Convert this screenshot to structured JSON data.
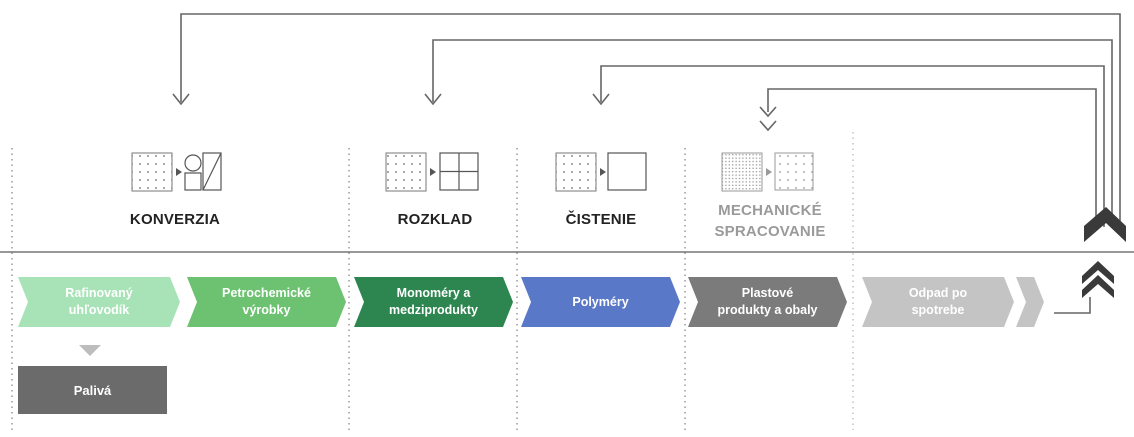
{
  "colors": {
    "line_dark": "#666666",
    "divider": "#9a9a9a",
    "stage_rafinovany": "#a8e3b8",
    "stage_petrochemicke": "#6cc270",
    "stage_monomery": "#2d8650",
    "stage_polymery": "#5a78c8",
    "stage_plastove": "#7b7b7b",
    "stage_odpad": "#c4c4c4",
    "paliva_box": "#6b6b6b"
  },
  "stages": {
    "konverzia": "KONVERZIA",
    "rozklad": "ROZKLAD",
    "cistenie": "ČISTENIE",
    "mechanicke": "MECHANICKÉ\nSPRACOVANIE"
  },
  "chevrons": {
    "rafinovany": "Rafinovaný\nuhľovodík",
    "petrochemicke": "Petrochemické\nvýrobky",
    "monomery": "Monoméry a\nmedziprodukty",
    "polymery": "Polyméry",
    "plastove": "Plastové\nprodukty a obaly",
    "odpad": "Odpad po\nspotrebe"
  },
  "paliva": "Palivá",
  "icons": {
    "konverzia": "dots-to-circle-square-icon",
    "rozklad": "dots-to-grid-icon",
    "cistenie": "dots-to-empty-square-icon",
    "mechanicke": "dense-dots-to-dots-icon",
    "recycle": "double-chevron-up-icon"
  }
}
